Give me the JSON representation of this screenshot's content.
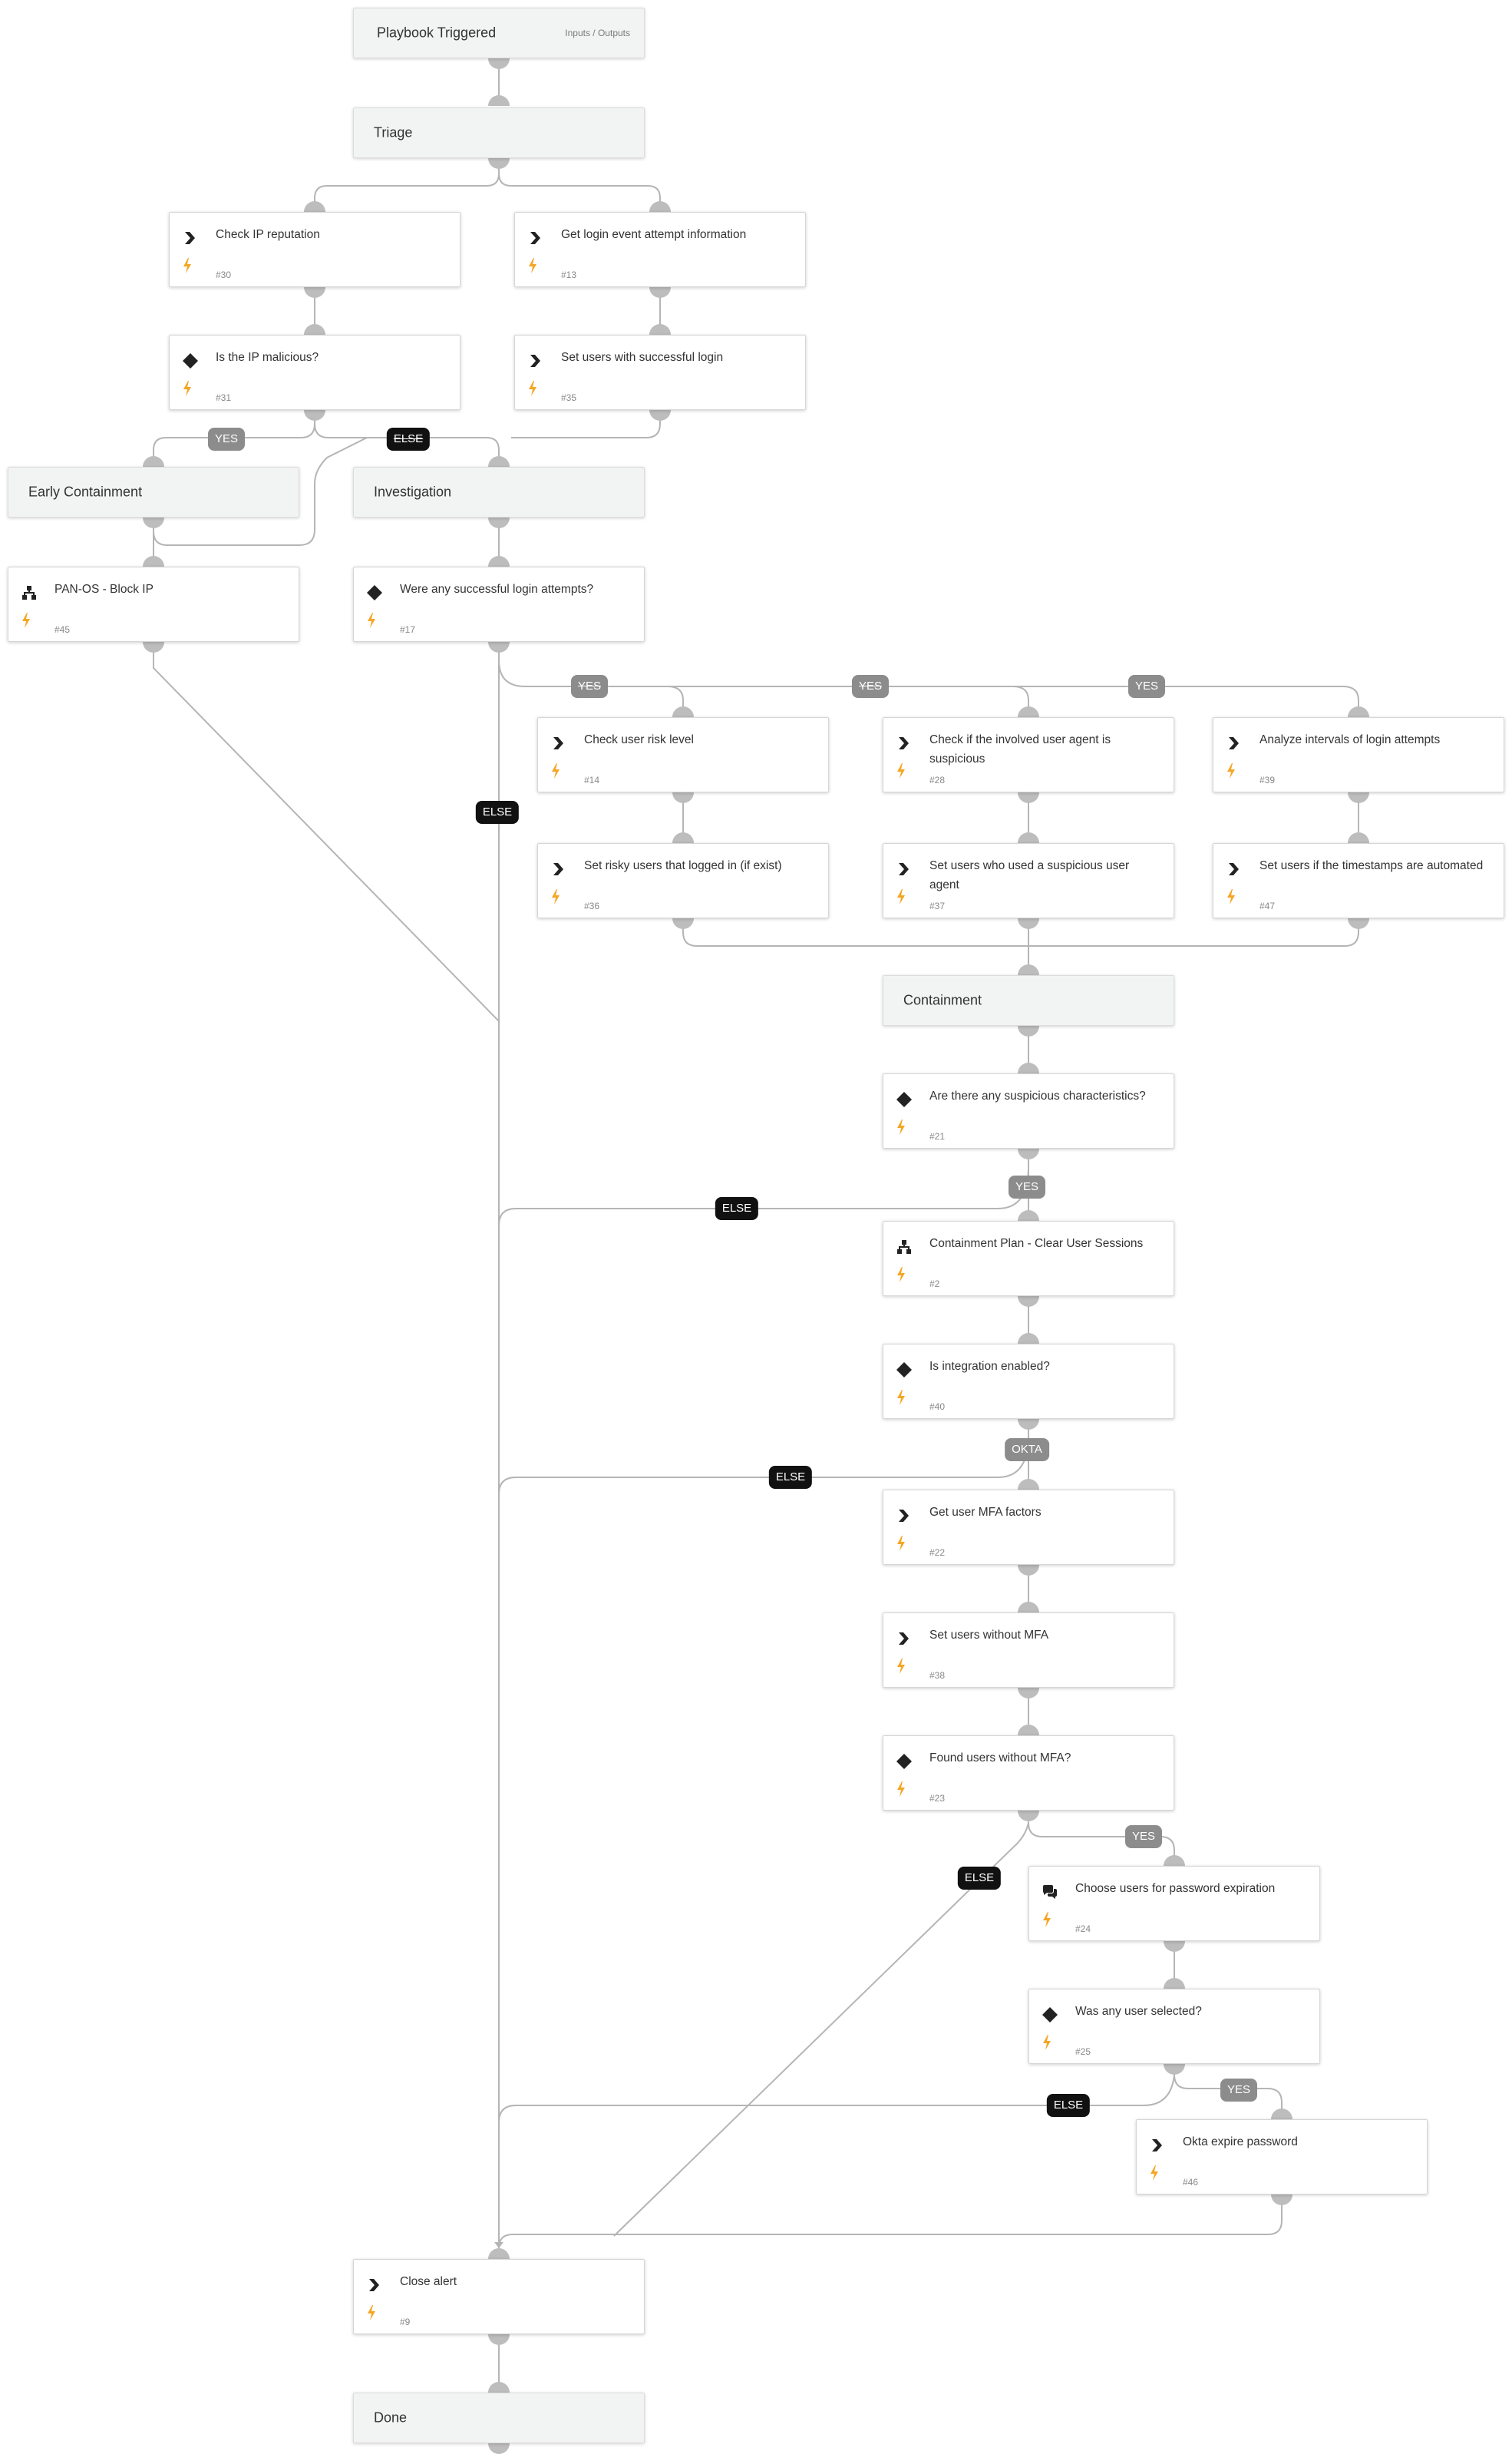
{
  "header": {
    "start": {
      "title": "Playbook Triggered",
      "io": "Inputs / Outputs"
    }
  },
  "sections": {
    "triage": "Triage",
    "early_containment": "Early Containment",
    "investigation": "Investigation",
    "containment": "Containment",
    "done": "Done"
  },
  "tasks": {
    "t30": {
      "name": "Check IP reputation",
      "id": "#30",
      "icon": "chevron-icon"
    },
    "t13": {
      "name": "Get login event attempt information",
      "id": "#13",
      "icon": "chevron-icon"
    },
    "t31": {
      "name": "Is the IP malicious?",
      "id": "#31",
      "icon": "diamond-icon"
    },
    "t35": {
      "name": "Set users with successful login",
      "id": "#35",
      "icon": "chevron-icon"
    },
    "t45": {
      "name": "PAN-OS - Block IP",
      "id": "#45",
      "icon": "sub-playbook-icon"
    },
    "t17": {
      "name": "Were any successful login attempts?",
      "id": "#17",
      "icon": "diamond-icon"
    },
    "t14": {
      "name": "Check user risk level",
      "id": "#14",
      "icon": "chevron-icon"
    },
    "t28": {
      "name": "Check if the involved user agent is suspicious",
      "id": "#28",
      "icon": "chevron-icon"
    },
    "t39": {
      "name": "Analyze intervals of login attempts",
      "id": "#39",
      "icon": "chevron-icon"
    },
    "t36": {
      "name": "Set risky users that logged in (if exist)",
      "id": "#36",
      "icon": "chevron-icon"
    },
    "t37": {
      "name": "Set users who used a suspicious user agent",
      "id": "#37",
      "icon": "chevron-icon"
    },
    "t47": {
      "name": "Set users if the timestamps are automated",
      "id": "#47",
      "icon": "chevron-icon"
    },
    "t21": {
      "name": "Are there any suspicious characteristics?",
      "id": "#21",
      "icon": "diamond-icon"
    },
    "t2": {
      "name": "Containment Plan - Clear User Sessions",
      "id": "#2",
      "icon": "sub-playbook-icon"
    },
    "t40": {
      "name": "Is integration enabled?",
      "id": "#40",
      "icon": "diamond-icon"
    },
    "t22": {
      "name": "Get user MFA factors",
      "id": "#22",
      "icon": "chevron-icon"
    },
    "t38": {
      "name": "Set users without MFA",
      "id": "#38",
      "icon": "chevron-icon"
    },
    "t23": {
      "name": "Found users without MFA?",
      "id": "#23",
      "icon": "diamond-icon"
    },
    "t24": {
      "name": "Choose users for password expiration",
      "id": "#24",
      "icon": "chat-icon"
    },
    "t25": {
      "name": "Was any user selected?",
      "id": "#25",
      "icon": "diamond-icon"
    },
    "t46": {
      "name": "Okta expire password",
      "id": "#46",
      "icon": "chevron-icon"
    },
    "t9": {
      "name": "Close alert",
      "id": "#9",
      "icon": "chevron-icon"
    }
  },
  "labels": {
    "l1": "YES",
    "l2": "ELSE",
    "l3": "YES",
    "l4": "YES",
    "l5": "YES",
    "l6": "ELSE",
    "l7": "YES",
    "l8": "ELSE",
    "l9": "OKTA",
    "l10": "ELSE",
    "l11": "YES",
    "l12": "ELSE",
    "l13": "YES",
    "l14": "ELSE"
  },
  "colors": {
    "edge": "#b5b5b5",
    "bolt": "#f5a623",
    "section_bg": "#f2f3f3",
    "label_gray": "#8c8c8c",
    "label_black": "#111111"
  }
}
